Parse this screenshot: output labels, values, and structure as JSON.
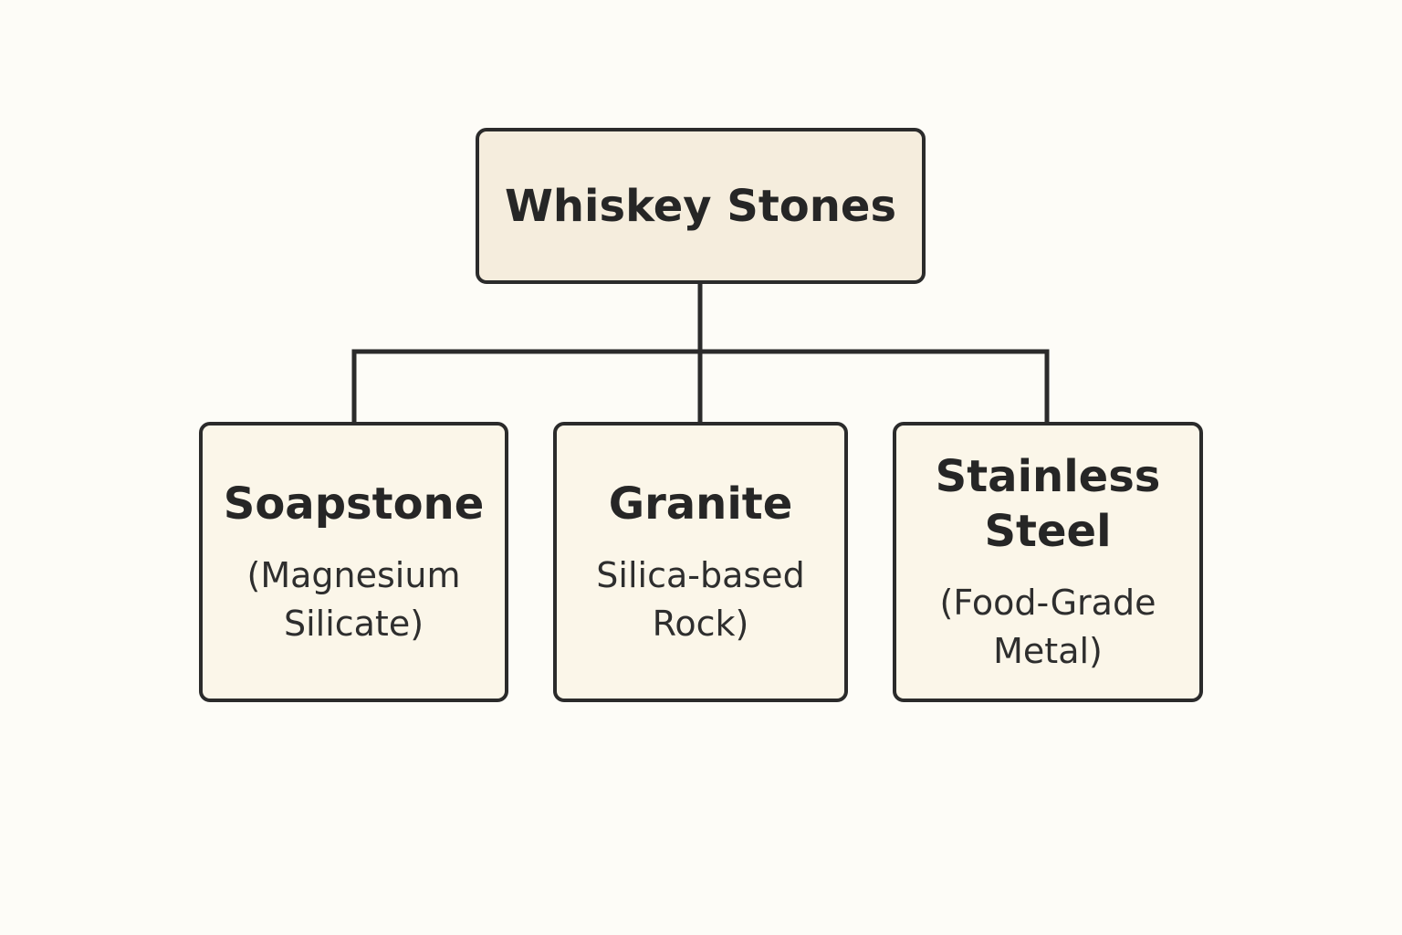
{
  "root": {
    "label": "Whiskey Stones"
  },
  "children": [
    {
      "title": "Soapstone",
      "subtitle": "(Magnesium Silicate)"
    },
    {
      "title": "Granite",
      "subtitle": "Silica-based Rock)"
    },
    {
      "title": "Stainless Steel",
      "subtitle": "(Food-Grade Metal)"
    }
  ],
  "colors": {
    "background": "#fdfcf7",
    "root_fill": "#f5eddd",
    "child_fill": "#fbf6e9",
    "stroke": "#2b2b2b"
  }
}
